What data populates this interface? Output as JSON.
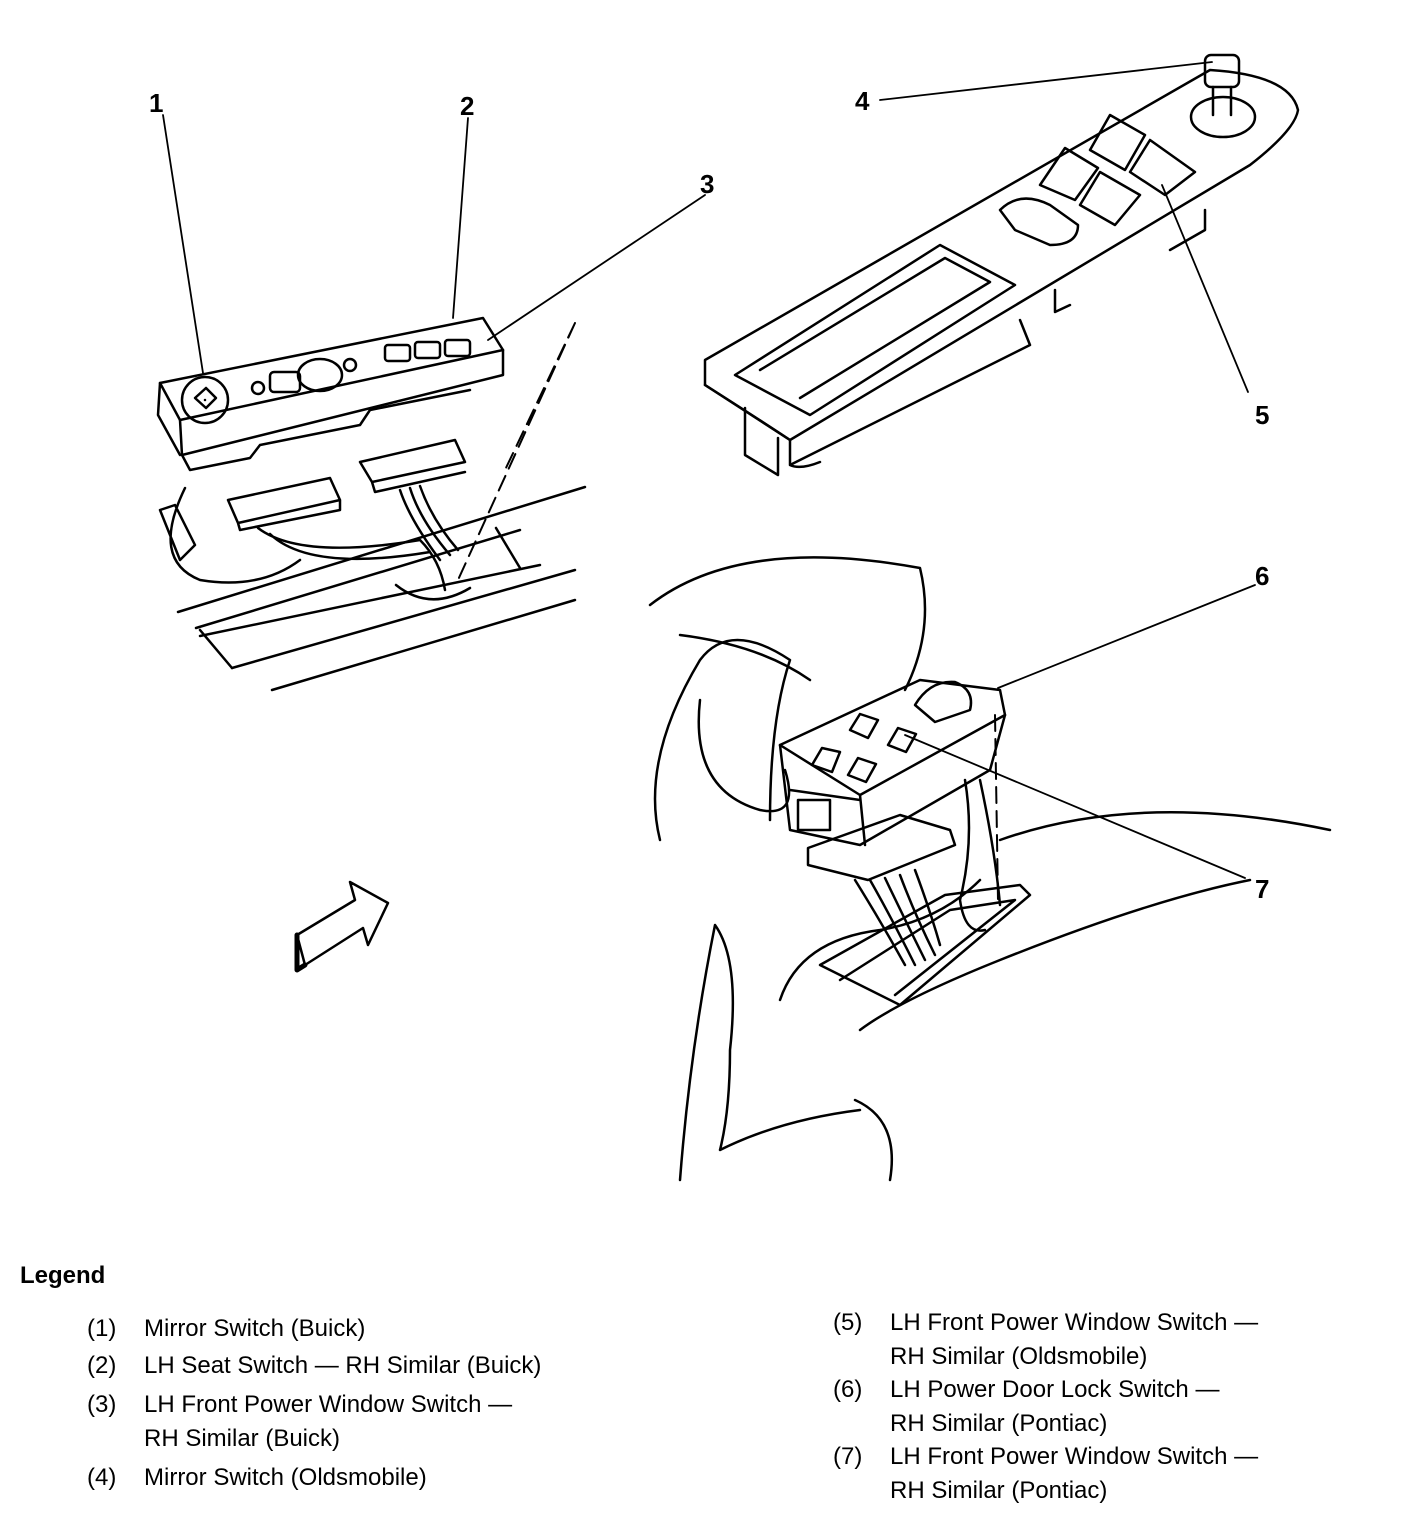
{
  "callouts": [
    "1",
    "2",
    "3",
    "4",
    "5",
    "6",
    "7"
  ],
  "legend": {
    "title": "Legend",
    "items": [
      {
        "num": "(1)",
        "lines": [
          "Mirror Switch (Buick)"
        ]
      },
      {
        "num": "(2)",
        "lines": [
          "LH Seat Switch — RH Similar (Buick)"
        ]
      },
      {
        "num": "(3)",
        "lines": [
          "LH Front Power Window Switch —",
          "RH Similar (Buick)"
        ]
      },
      {
        "num": "(4)",
        "lines": [
          "Mirror Switch (Oldsmobile)"
        ]
      },
      {
        "num": "(5)",
        "lines": [
          "LH Front Power Window Switch —",
          "RH Similar (Oldsmobile)"
        ]
      },
      {
        "num": "(6)",
        "lines": [
          "LH Power Door Lock Switch —",
          "RH Similar (Pontiac)"
        ]
      },
      {
        "num": "(7)",
        "lines": [
          "LH Front Power Window Switch —",
          "RH Similar (Pontiac)"
        ]
      }
    ]
  }
}
